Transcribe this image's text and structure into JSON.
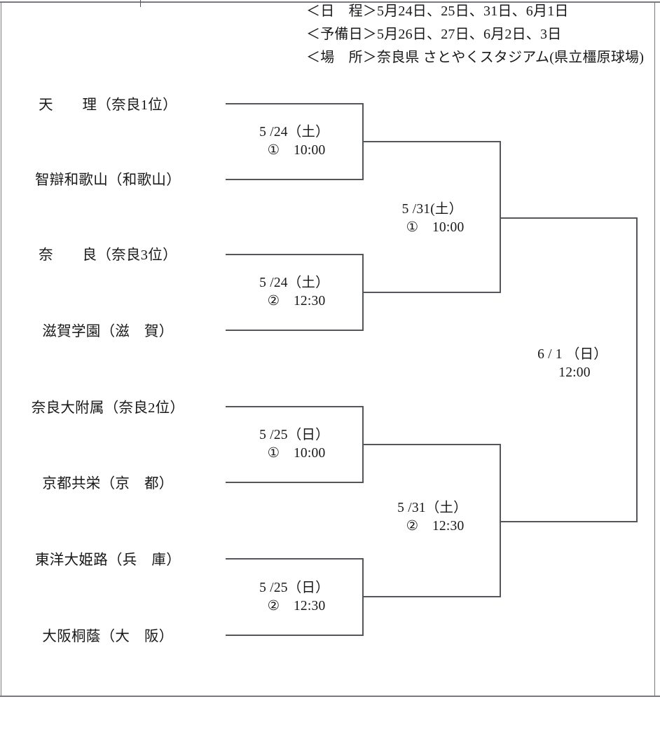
{
  "header": {
    "lines": [
      "＜日　程＞5月24日、25日、31日、6月1日",
      "＜予備日＞5月26日、27日、6月2日、3日",
      "＜場　所＞奈良県 さとやくスタジアム(県立橿原球場)"
    ]
  },
  "teams": [
    {
      "name": "天　　理（奈良1位）"
    },
    {
      "name": "智辯和歌山（和歌山）"
    },
    {
      "name": "奈　　良（奈良3位）"
    },
    {
      "name": "滋賀学園（滋　賀）"
    },
    {
      "name": "奈良大附属（奈良2位）"
    },
    {
      "name": "京都共栄（京　都）"
    },
    {
      "name": "東洋大姫路（兵　庫）"
    },
    {
      "name": "大阪桐蔭（大　阪）"
    }
  ],
  "matches": {
    "round1": [
      {
        "date": "5 /24（土）",
        "time": "①　10:00"
      },
      {
        "date": "5 /24（土）",
        "time": "②　12:30"
      },
      {
        "date": "5 /25（日）",
        "time": "①　10:00"
      },
      {
        "date": "5 /25（日）",
        "time": "②　12:30"
      }
    ],
    "round2": [
      {
        "date": "5 /31(土）",
        "time": "①　10:00"
      },
      {
        "date": "5 /31（土）",
        "time": "②　12:30"
      }
    ],
    "final": {
      "date": "6 / 1 （日）",
      "time": "12:00"
    }
  },
  "colors": {
    "line": "#53575c",
    "frame": "#777b80",
    "text": "#18181a",
    "background": "#ffffff"
  }
}
